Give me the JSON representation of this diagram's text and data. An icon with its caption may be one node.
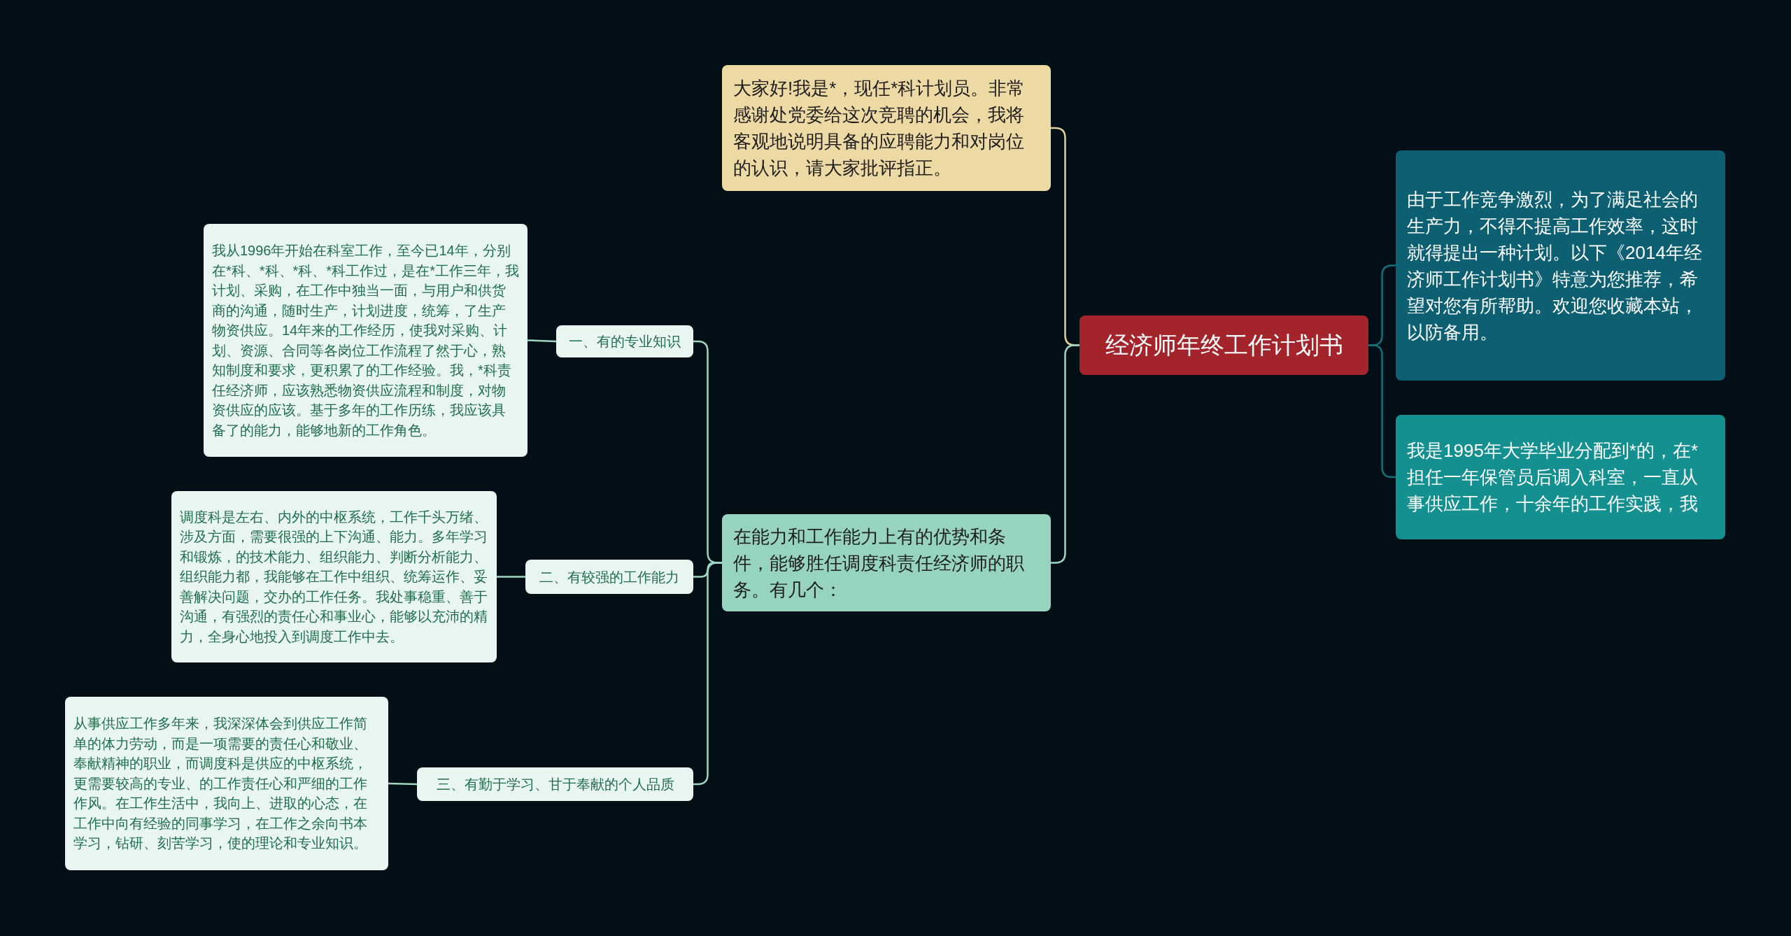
{
  "diagram": {
    "nodes": [
      {
        "text": [
          "经济师年终工作计划书"
        ]
      },
      {
        "text": [
          "由于工作竞争激烈，为了满足社会的生产力，不得不提高工作效率，这时就得提出一种计划。以下《2014年经济师工作计划书》特意为您推荐，希望对您有所帮助。欢迎您收藏本站，以防备用。"
        ]
      },
      {
        "text": [
          "我是1995年大学毕业分配到*的，在*担任一年保管员后调入科室，一直从事供应工作，十余年的工作实践，我"
        ]
      },
      {
        "text": [
          "大家好!我是*，现任*科计划员。非常感谢处党委给这次竞聘的机会，我将客观地说明具备的应聘能力和对岗位的认识，请大家批评指正。"
        ]
      },
      {
        "text": [
          "在能力和工作能力上有的优势和条件，能够胜任调度科责任经济师的职务。有几个："
        ]
      },
      {
        "text": [
          "一、有的专业知识"
        ]
      },
      {
        "text": [
          "我从1996年开始在科室工作，至今已14年，分别在*科、*科、*科、*科工作过，是在*工作三年，我计划、采购，在工作中独当一面，与用户和供货商的沟通，随时生产，计划进度，统筹，了生产物资供应。14年来的工作经历，使我对采购、计划、资源、合同等各岗位工作流程了然于心，熟知制度和要求，更积累了的工作经验。我，*科责任经济师，应该熟悉物资供应流程和制度，对物资供应的应该。基于多年的工作历练，我应该具备了的能力，能够地新的工作角色。"
        ]
      },
      {
        "text": [
          "二、有较强的工作能力"
        ]
      },
      {
        "text": [
          "调度科是左右、内外的中枢系统，工作千头万绪、涉及方面，需要很强的上下沟通、能力。多年学习和锻炼，的技术能力、组织能力、判断分析能力、组织能力都，我能够在工作中组织、统筹运作、妥善解决问题，交办的工作任务。我处事稳重、善于沟通，有强烈的责任心和事业心，能够以充沛的精力，全身心地投入到调度工作中去。"
        ]
      },
      {
        "text": [
          "三、有勤于学习、甘于奉献的个人品质"
        ]
      },
      {
        "text": [
          "从事供应工作多年来，我深深体会到供应工作简单的体力劳动，而是一项需要的责任心和敬业、奉献精神的职业，而调度科是供应的中枢系统，更需要较高的专业、的工作责任心和严细的工作作风。在工作生活中，我向上、进取的心态，在工作中向有经验的同事学习，在工作之余向书本学习，钻研、刻苦学习，使的理论和专业知识。"
        ]
      }
    ],
    "edges": [
      {
        "from": 0,
        "to": 1,
        "arrow": "none",
        "color": "#13707c"
      },
      {
        "from": 0,
        "to": 2,
        "arrow": "none",
        "color": "#13707c"
      },
      {
        "from": 0,
        "to": 3,
        "arrow": "none",
        "color": "#e3cf9a"
      },
      {
        "from": 0,
        "to": 4,
        "arrow": "none"
      },
      {
        "from": 4,
        "to": 5,
        "arrow": "none"
      },
      {
        "from": 5,
        "to": 6,
        "arrow": "none"
      },
      {
        "from": 4,
        "to": 7,
        "arrow": "none"
      },
      {
        "from": 7,
        "to": 8,
        "arrow": "none"
      },
      {
        "from": 4,
        "to": 9,
        "arrow": "none"
      },
      {
        "from": 9,
        "to": 10,
        "arrow": "none"
      }
    ]
  }
}
